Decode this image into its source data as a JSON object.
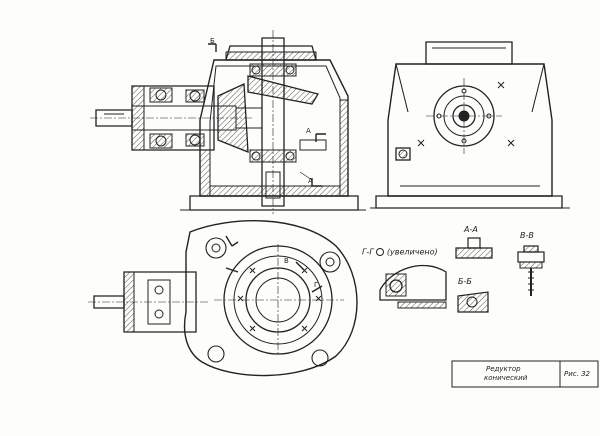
{
  "drawing": {
    "title_line1": "Редуктор",
    "title_line2": "конический",
    "figure_label": "Рис. 32"
  },
  "section_labels": {
    "gg": "Г-Г",
    "gg_note": "(увеличено)",
    "aa": "А-А",
    "bb": "Б-Б",
    "vv": "В-В"
  },
  "cut_marks": {
    "b_top": "Б",
    "a_mid": "А",
    "a_low": "А",
    "v_plan": "В",
    "g_plan": "Г"
  },
  "colors": {
    "ink": "#222222",
    "paper": "#fdfdfb",
    "hatch": "#444444"
  }
}
